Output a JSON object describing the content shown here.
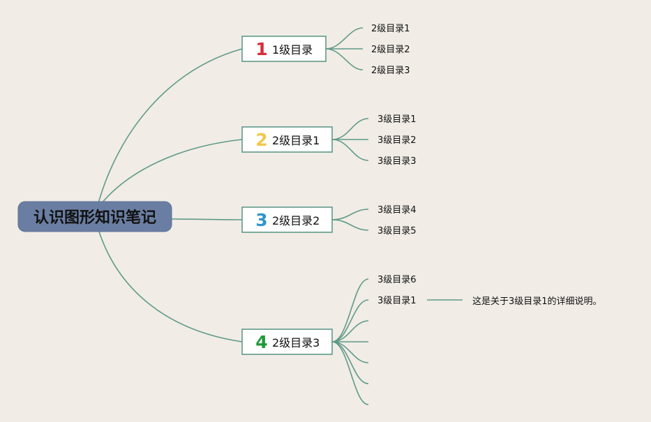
{
  "root": {
    "title": "认识图形知识笔记"
  },
  "branches": [
    {
      "badge": "1",
      "badge_color": "#d62d3b",
      "label": "1级目录",
      "children": [
        "2级目录1",
        "2级目录2",
        "2级目录3"
      ]
    },
    {
      "badge": "2",
      "badge_color": "#f2c84b",
      "label": "2级目录1",
      "children": [
        "3级目录1",
        "3级目录2",
        "3级目录3"
      ]
    },
    {
      "badge": "3",
      "badge_color": "#2f95d0",
      "label": "2级目录2",
      "children": [
        "3级目录4",
        "3级目录5"
      ]
    },
    {
      "badge": "4",
      "badge_color": "#1f9a39",
      "label": "2级目录3",
      "children": [
        "3级目录6",
        "3级目录1",
        "",
        "",
        "",
        "",
        ""
      ]
    }
  ],
  "note": {
    "text": "这是关于3级目录1的详细说明。"
  }
}
